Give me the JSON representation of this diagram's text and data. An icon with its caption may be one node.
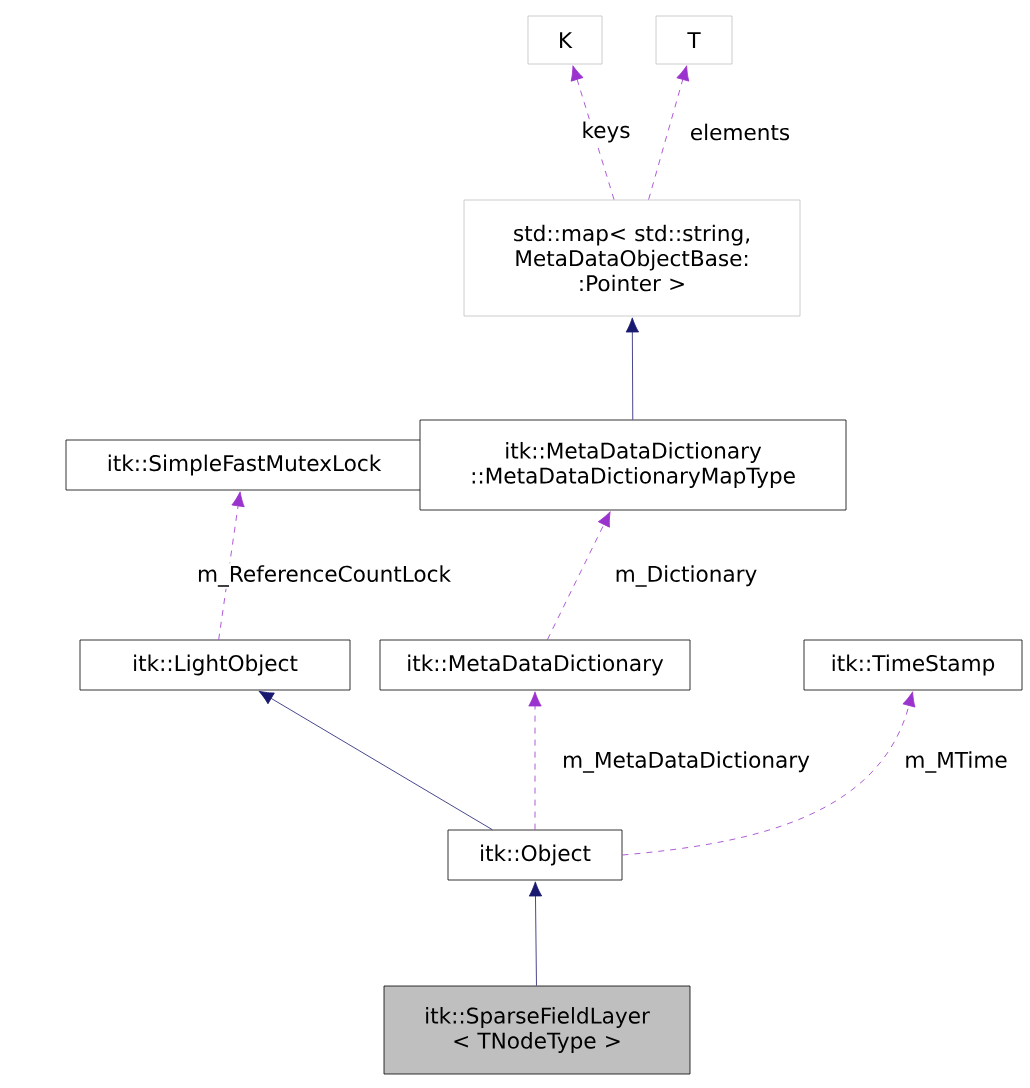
{
  "diagram": {
    "nodes": [
      {
        "text": [
          "K"
        ]
      },
      {
        "text": [
          "T"
        ]
      },
      {
        "text": [
          "std::map< std::string, MetaDataObjectBase: :Pointer >"
        ]
      },
      {
        "text": [
          "itk::SimpleFastMutexLock"
        ]
      },
      {
        "text": [
          "itk::MetaDataDictionary ::MetaDataDictionaryMapType"
        ]
      },
      {
        "text": [
          "itk::LightObject"
        ]
      },
      {
        "text": [
          "itk::MetaDataDictionary"
        ]
      },
      {
        "text": [
          "itk::TimeStamp"
        ]
      },
      {
        "text": [
          "itk::Object"
        ]
      },
      {
        "text": [
          "itk::SparseFieldLayer < TNodeType >"
        ]
      }
    ],
    "edges": [
      {
        "from": 2,
        "to": 0,
        "arrow": "to",
        "label": "keys",
        "style": "dashed"
      },
      {
        "from": 2,
        "to": 1,
        "arrow": "to",
        "label": "elements",
        "style": "dashed"
      },
      {
        "from": 4,
        "to": 2,
        "arrow": "to",
        "color": "#191970"
      },
      {
        "from": 5,
        "to": 3,
        "arrow": "to",
        "label": "m_ReferenceCountLock",
        "style": "dashed"
      },
      {
        "from": 8,
        "to": 5,
        "arrow": "to",
        "color": "#191970"
      },
      {
        "from": 6,
        "to": 4,
        "arrow": "to",
        "label": "m_Dictionary",
        "style": "dashed"
      },
      {
        "from": 8,
        "to": 6,
        "arrow": "to",
        "label": "m_MetaDataDictionary",
        "style": "dashed"
      },
      {
        "from": 8,
        "to": 7,
        "arrow": "to",
        "label": "m_MTime",
        "style": "dashed"
      },
      {
        "from": 9,
        "to": 8,
        "arrow": "to",
        "color": "#191970"
      }
    ]
  }
}
